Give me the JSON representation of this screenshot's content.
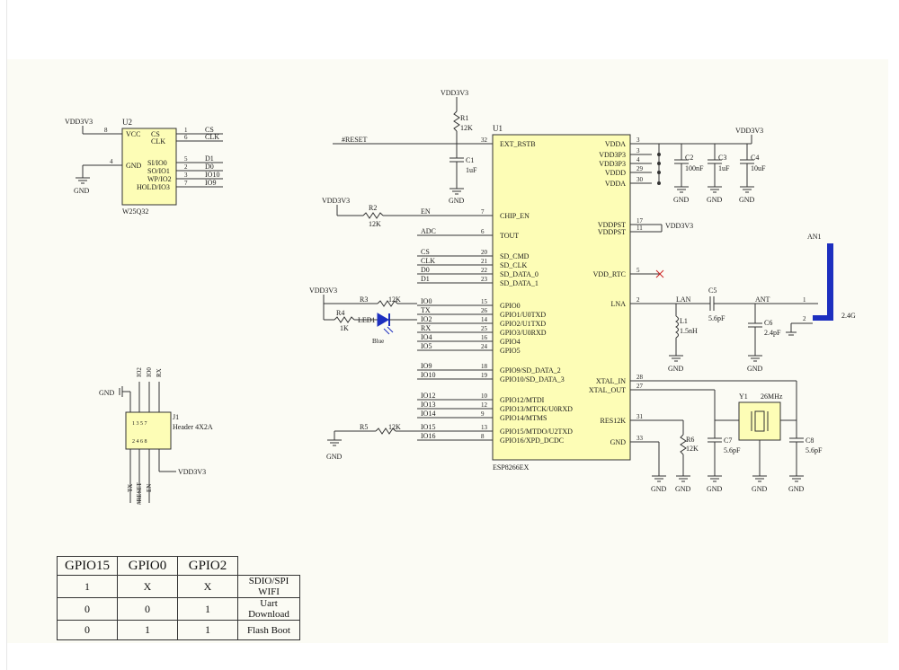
{
  "power": {
    "vdd": "VDD3V3",
    "gnd": "GND"
  },
  "u2": {
    "ref": "U2",
    "value": "W25Q32",
    "pins_left": [
      {
        "name": "VCC",
        "num": "8"
      },
      {
        "name": "GND",
        "num": "4"
      }
    ],
    "pins_right": [
      {
        "name": "CS",
        "num": "1",
        "net": "CS"
      },
      {
        "name": "CLK",
        "num": "6",
        "net": "CLK"
      },
      {
        "name": "SI/IO0",
        "num": "5",
        "net": "D1"
      },
      {
        "name": "SO/IO1",
        "num": "2",
        "net": "D0"
      },
      {
        "name": "WP/IO2",
        "num": "3",
        "net": "IO10"
      },
      {
        "name": "HOLD/IO3",
        "num": "7",
        "net": "IO9"
      }
    ]
  },
  "u1": {
    "ref": "U1",
    "value": "ESP8266EX",
    "left_pins": [
      {
        "name": "EXT_RSTB",
        "num": "32",
        "net": "#RESET"
      },
      {
        "name": "CHIP_EN",
        "num": "7",
        "net": "EN"
      },
      {
        "name": "TOUT",
        "num": "6",
        "net": "ADC"
      },
      {
        "name": "SD_CMD",
        "num": "20",
        "net": "CS"
      },
      {
        "name": "SD_CLK",
        "num": "21",
        "net": "CLK"
      },
      {
        "name": "SD_DATA_0",
        "num": "22",
        "net": "D0"
      },
      {
        "name": "SD_DATA_1",
        "num": "23",
        "net": "D1"
      },
      {
        "name": "GPIO0",
        "num": "15",
        "net": "IO0"
      },
      {
        "name": "GPIO1/U0TXD",
        "num": "26",
        "net": "TX"
      },
      {
        "name": "GPIO2/U1TXD",
        "num": "14",
        "net": "IO2"
      },
      {
        "name": "GPIO3/U0RXD",
        "num": "25",
        "net": "RX"
      },
      {
        "name": "GPIO4",
        "num": "16",
        "net": "IO4"
      },
      {
        "name": "GPIO5",
        "num": "24",
        "net": "IO5"
      },
      {
        "name": "GPIO9/SD_DATA_2",
        "num": "18",
        "net": "IO9"
      },
      {
        "name": "GPIO10/SD_DATA_3",
        "num": "19",
        "net": "IO10"
      },
      {
        "name": "GPIO12/MTDI",
        "num": "10",
        "net": "IO12"
      },
      {
        "name": "GPIO13/MTCK/U0RXD",
        "num": "12",
        "net": "IO13"
      },
      {
        "name": "GPIO14/MTMS",
        "num": "9",
        "net": "IO14"
      },
      {
        "name": "GPIO15/MTDO/U2TXD",
        "num": "13",
        "net": "IO15"
      },
      {
        "name": "GPIO16/XPD_DCDC",
        "num": "8",
        "net": "IO16"
      }
    ],
    "right_pins": [
      {
        "name": "VDDA",
        "num": "3"
      },
      {
        "name": "VDD3P3",
        "num": "3"
      },
      {
        "name": "VDD3P3",
        "num": "4"
      },
      {
        "name": "VDDD",
        "num": "29"
      },
      {
        "name": "VDDA",
        "num": "30"
      },
      {
        "name": "VDDPST",
        "num": "17"
      },
      {
        "name": "VDDPST",
        "num": "11"
      },
      {
        "name": "VDD_RTC",
        "num": "5"
      },
      {
        "name": "LNA",
        "num": "2"
      },
      {
        "name": "XTAL_IN",
        "num": "28"
      },
      {
        "name": "XTAL_OUT",
        "num": "27"
      },
      {
        "name": "RES12K",
        "num": "31"
      },
      {
        "name": "GND",
        "num": "33"
      }
    ]
  },
  "passives": {
    "r1": {
      "ref": "R1",
      "value": "12K"
    },
    "c1": {
      "ref": "C1",
      "value": "1uF"
    },
    "r2": {
      "ref": "R2",
      "value": "12K"
    },
    "r3": {
      "ref": "R3",
      "value": "12K"
    },
    "r4": {
      "ref": "R4",
      "value": "1K"
    },
    "led": {
      "ref": "LED1",
      "value": "Blue"
    },
    "r5": {
      "ref": "R5",
      "value": "12K"
    },
    "c2": {
      "ref": "C2",
      "value": "100nF"
    },
    "c3": {
      "ref": "C3",
      "value": "1uF"
    },
    "c4": {
      "ref": "C4",
      "value": "10uF"
    },
    "c5": {
      "ref": "C5",
      "value": "5.6pF"
    },
    "l1": {
      "ref": "L1",
      "value": "1.5nH"
    },
    "c6": {
      "ref": "C6",
      "value": "2.4pF"
    },
    "r6": {
      "ref": "R6",
      "value": "12K"
    },
    "c7": {
      "ref": "C7",
      "value": "5.6pF"
    },
    "c8": {
      "ref": "C8",
      "value": "5.6pF"
    },
    "y1": {
      "ref": "Y1",
      "value": "26MHz"
    },
    "ant": {
      "ref": "AN1",
      "value": "2.4G",
      "net_lan": "LAN",
      "net_ant": "ANT"
    }
  },
  "header": {
    "ref": "J1",
    "value": "Header 4X2A",
    "top_nets": [
      "IO2",
      "IO0",
      "RX"
    ],
    "bottom_nets": [
      "TX",
      "#RESET",
      "EN"
    ]
  },
  "boot_table": {
    "headers": [
      "GPIO15",
      "GPIO0",
      "GPIO2",
      ""
    ],
    "rows": [
      [
        "1",
        "X",
        "X",
        "SDIO/SPI WIFI"
      ],
      [
        "0",
        "0",
        "1",
        "Uart Download"
      ],
      [
        "0",
        "1",
        "1",
        "Flash Boot"
      ]
    ]
  }
}
